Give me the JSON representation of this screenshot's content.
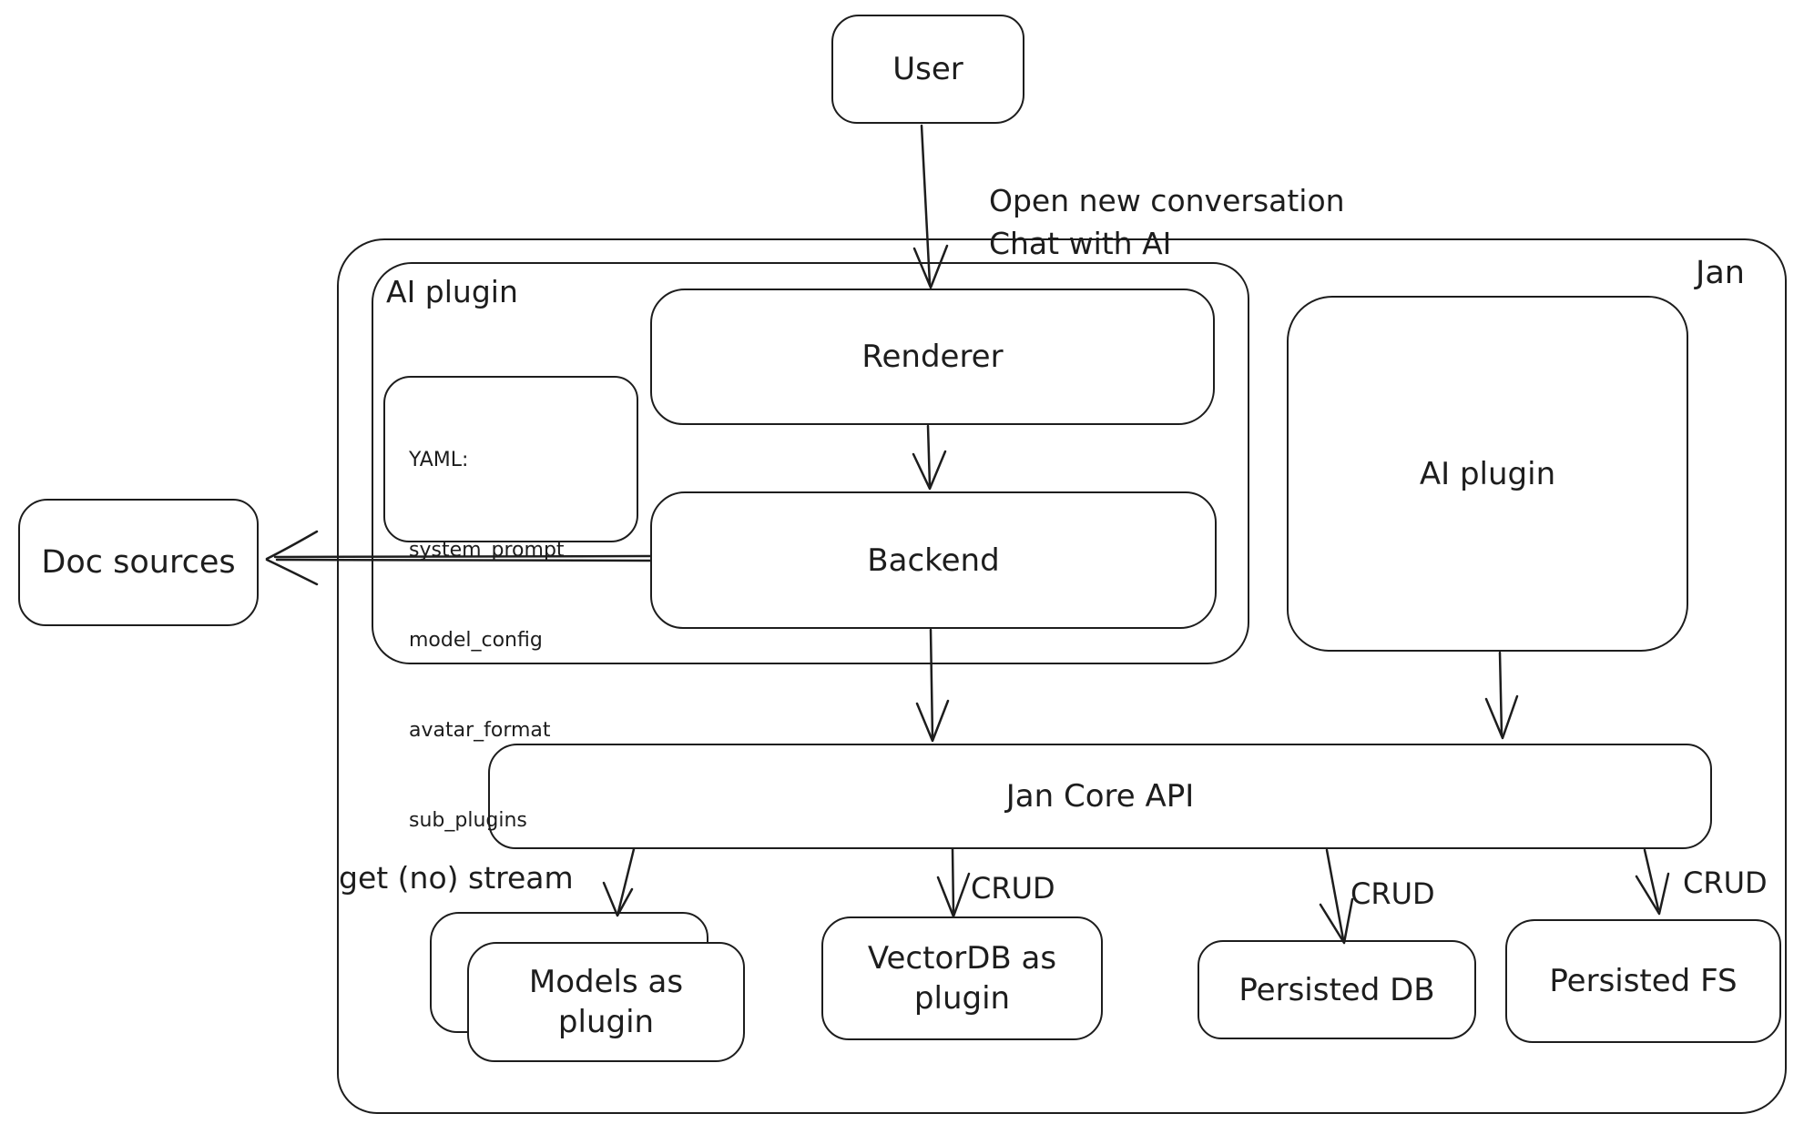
{
  "diagram": {
    "background": "#ffffff",
    "stroke_color": "#1d1d1d",
    "nodes": {
      "user": "User",
      "jan": "Jan",
      "ai_plugin_left": "AI plugin",
      "yaml": [
        "YAML:",
        "system_prompt",
        "model_config",
        "avatar_format",
        "sub_plugins"
      ],
      "renderer": "Renderer",
      "backend": "Backend",
      "ai_plugin_right": "AI plugin",
      "doc_sources": "Doc sources",
      "jan_core_api": "Jan Core API",
      "models_as_plugin": {
        "line1": "Models as",
        "line2": "plugin"
      },
      "vectordb_as_plugin": {
        "line1": "VectorDB as",
        "line2": "plugin"
      },
      "persisted_db": "Persisted DB",
      "persisted_fs": "Persisted FS"
    },
    "edges": {
      "user_to_renderer": {
        "line1": "Open new conversation",
        "line2": "Chat with AI"
      },
      "jan_core_to_models": "get (no) stream",
      "jan_core_to_vectordb": "CRUD",
      "jan_core_to_persisted_db": "CRUD",
      "jan_core_to_persisted_fs": "CRUD"
    }
  }
}
